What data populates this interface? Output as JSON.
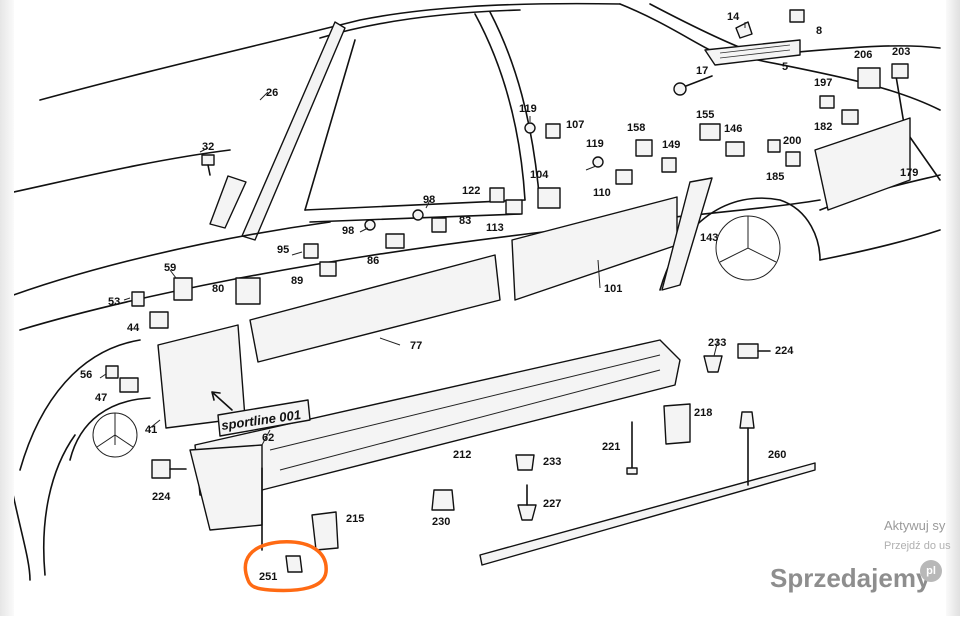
{
  "diagram": {
    "emblem_text": "sportline 001",
    "highlight_color": "#ff6a13",
    "callouts": [
      {
        "id": "c14",
        "text": "14"
      },
      {
        "id": "c8",
        "text": "8"
      },
      {
        "id": "c5",
        "text": "5"
      },
      {
        "id": "c206",
        "text": "206"
      },
      {
        "id": "c203",
        "text": "203"
      },
      {
        "id": "c17",
        "text": "17"
      },
      {
        "id": "c197",
        "text": "197"
      },
      {
        "id": "c182",
        "text": "182"
      },
      {
        "id": "c26",
        "text": "26"
      },
      {
        "id": "c119a",
        "text": "119"
      },
      {
        "id": "c107",
        "text": "107"
      },
      {
        "id": "c155",
        "text": "155"
      },
      {
        "id": "c146",
        "text": "146"
      },
      {
        "id": "c200",
        "text": "200"
      },
      {
        "id": "c185",
        "text": "185"
      },
      {
        "id": "c179",
        "text": "179"
      },
      {
        "id": "c32",
        "text": "32"
      },
      {
        "id": "c119b",
        "text": "119"
      },
      {
        "id": "c158",
        "text": "158"
      },
      {
        "id": "c149",
        "text": "149"
      },
      {
        "id": "c110",
        "text": "110"
      },
      {
        "id": "c104",
        "text": "104"
      },
      {
        "id": "c122",
        "text": "122"
      },
      {
        "id": "c98a",
        "text": "98"
      },
      {
        "id": "c113",
        "text": "113"
      },
      {
        "id": "c83",
        "text": "83"
      },
      {
        "id": "c98b",
        "text": "98"
      },
      {
        "id": "c86",
        "text": "86"
      },
      {
        "id": "c143",
        "text": "143"
      },
      {
        "id": "c95",
        "text": "95"
      },
      {
        "id": "c89",
        "text": "89"
      },
      {
        "id": "c59",
        "text": "59"
      },
      {
        "id": "c80",
        "text": "80"
      },
      {
        "id": "c101",
        "text": "101"
      },
      {
        "id": "c53",
        "text": "53"
      },
      {
        "id": "c44",
        "text": "44"
      },
      {
        "id": "c77",
        "text": "77"
      },
      {
        "id": "c233a",
        "text": "233"
      },
      {
        "id": "c224a",
        "text": "224"
      },
      {
        "id": "c56",
        "text": "56"
      },
      {
        "id": "c47",
        "text": "47"
      },
      {
        "id": "c41",
        "text": "41"
      },
      {
        "id": "c62",
        "text": "62"
      },
      {
        "id": "c218",
        "text": "218"
      },
      {
        "id": "c221",
        "text": "221"
      },
      {
        "id": "c212",
        "text": "212"
      },
      {
        "id": "c233b",
        "text": "233"
      },
      {
        "id": "c260",
        "text": "260"
      },
      {
        "id": "c224b",
        "text": "224"
      },
      {
        "id": "c227",
        "text": "227"
      },
      {
        "id": "c215",
        "text": "215"
      },
      {
        "id": "c230",
        "text": "230"
      },
      {
        "id": "c251",
        "text": "251"
      }
    ]
  },
  "watermark": {
    "activate_line1": "Aktywuj sy",
    "activate_line2": "Przejdź do us",
    "site_logo": "Sprzedajemy",
    "site_logo_badge": "pl"
  }
}
